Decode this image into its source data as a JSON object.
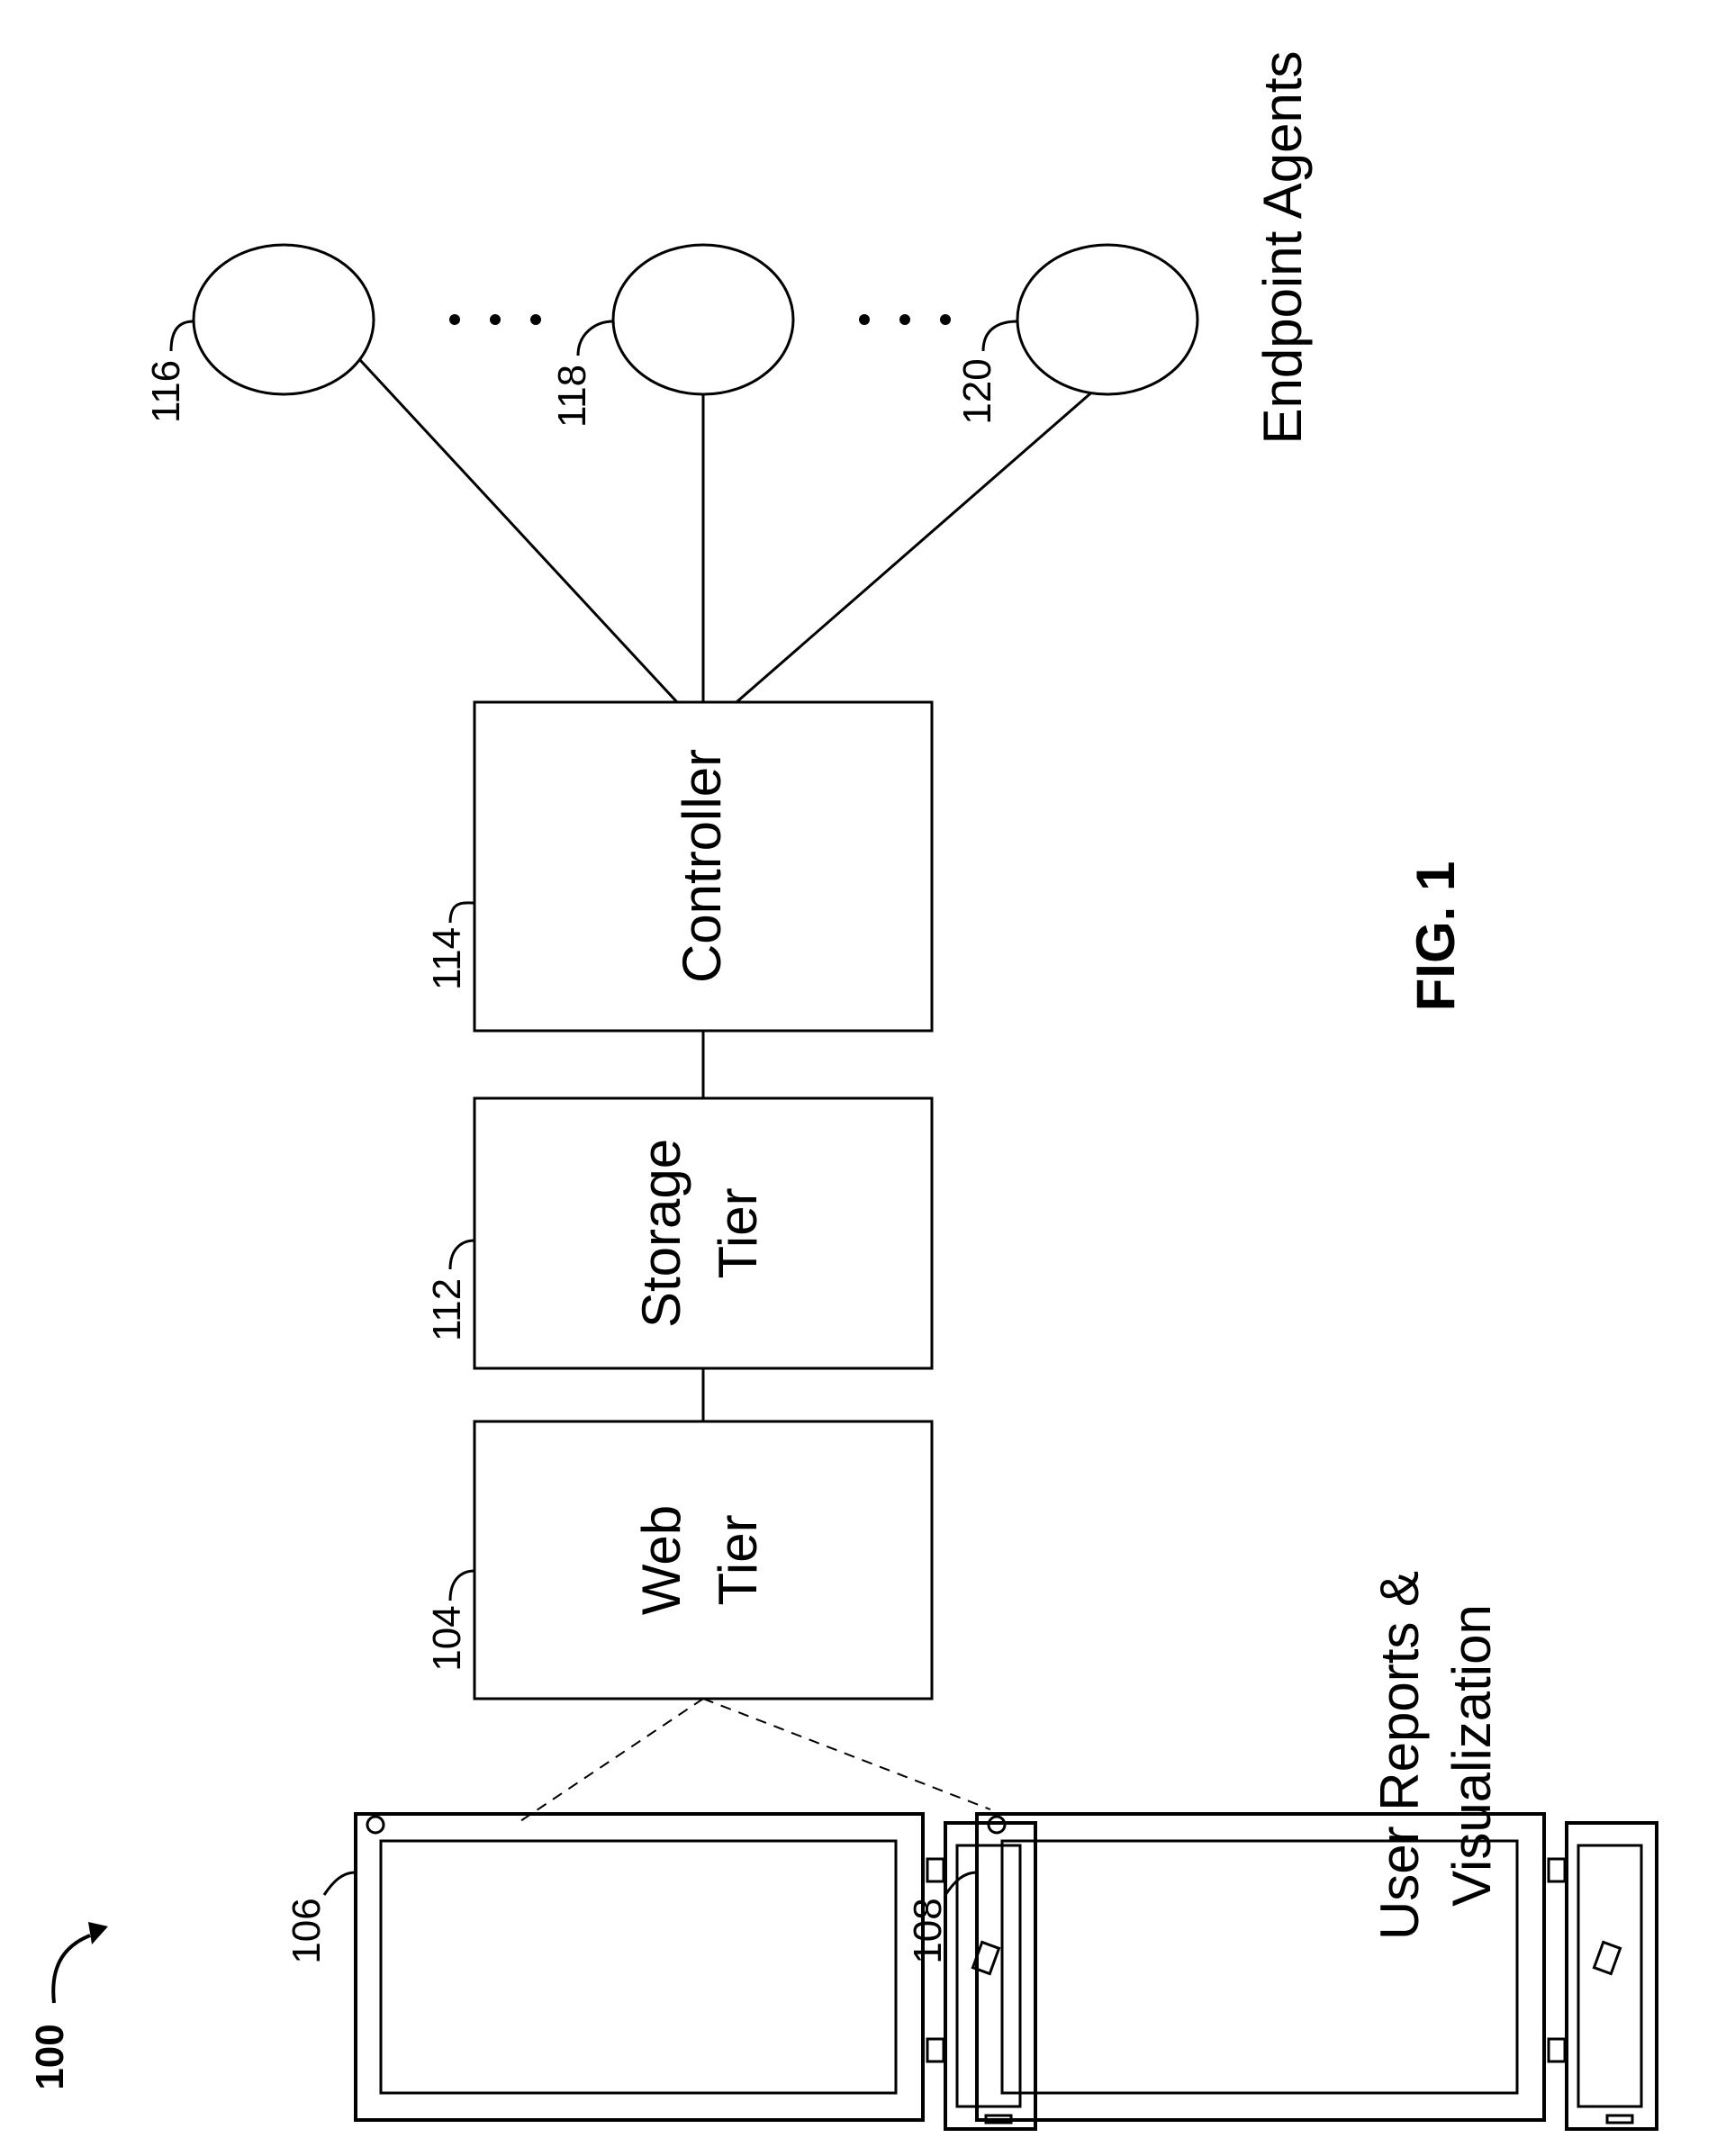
{
  "figure": {
    "fig_label": "FIG. 1",
    "system_ref": "100"
  },
  "blocks": {
    "web_tier": {
      "ref": "104",
      "line1": "Web",
      "line2": "Tier"
    },
    "storage_tier": {
      "ref": "112",
      "line1": "Storage",
      "line2": "Tier"
    },
    "controller": {
      "ref": "114",
      "label": "Controller"
    }
  },
  "endpoints": {
    "group_label": "Endpoint  Agents",
    "agents": [
      {
        "ref": "116"
      },
      {
        "ref": "118"
      },
      {
        "ref": "120"
      }
    ]
  },
  "user_devices": {
    "group_label_line1": "User Reports &",
    "group_label_line2": "Visualization",
    "devices": [
      {
        "ref": "106"
      },
      {
        "ref": "108"
      }
    ]
  }
}
